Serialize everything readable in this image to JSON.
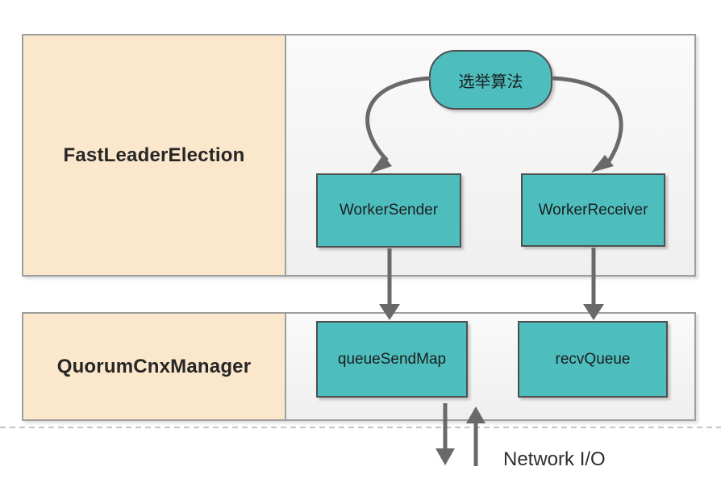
{
  "diagram": {
    "containers": [
      {
        "id": "fast-leader-election",
        "name": "FastLeaderElection"
      },
      {
        "id": "quorum-cnx-manager",
        "name": "QuorumCnxManager"
      }
    ],
    "nodes": {
      "election_algorithm": {
        "label": "选举算法",
        "shape": "rounded-pill",
        "parent": "FastLeaderElection"
      },
      "worker_sender": {
        "label": "WorkerSender",
        "shape": "rect",
        "parent": "FastLeaderElection"
      },
      "worker_receiver": {
        "label": "WorkerReceiver",
        "shape": "rect",
        "parent": "FastLeaderElection"
      },
      "queue_send_map": {
        "label": "queueSendMap",
        "shape": "rect",
        "parent": "QuorumCnxManager"
      },
      "recv_queue": {
        "label": "recvQueue",
        "shape": "rect",
        "parent": "QuorumCnxManager"
      }
    },
    "edges": [
      {
        "from": "election_algorithm",
        "to": "worker_sender",
        "style": "curved-arrow"
      },
      {
        "from": "election_algorithm",
        "to": "worker_receiver",
        "style": "curved-arrow"
      },
      {
        "from": "worker_sender",
        "to": "queue_send_map",
        "style": "straight-arrow"
      },
      {
        "from": "worker_receiver",
        "to": "recv_queue",
        "style": "straight-arrow"
      },
      {
        "from": "queue_send_map",
        "to": "network",
        "style": "straight-arrow-down"
      },
      {
        "from": "network",
        "to": "queue_send_map",
        "style": "straight-arrow-up"
      }
    ],
    "annotations": {
      "network_io": "Network I/O",
      "network_boundary": "dashed horizontal line"
    },
    "colors": {
      "node_fill": "#4DBDBD",
      "node_border": "#4F4F4F",
      "label_cell_fill": "#FBE7CB",
      "content_cell_fill_top": "#FAFAFA",
      "content_cell_fill_bottom": "#EFEFEF",
      "container_border": "#9E9E9E",
      "arrow": "#696969",
      "dashed_line": "#AFAFAF",
      "text": "#262626",
      "background": "#FFFFFF"
    }
  }
}
